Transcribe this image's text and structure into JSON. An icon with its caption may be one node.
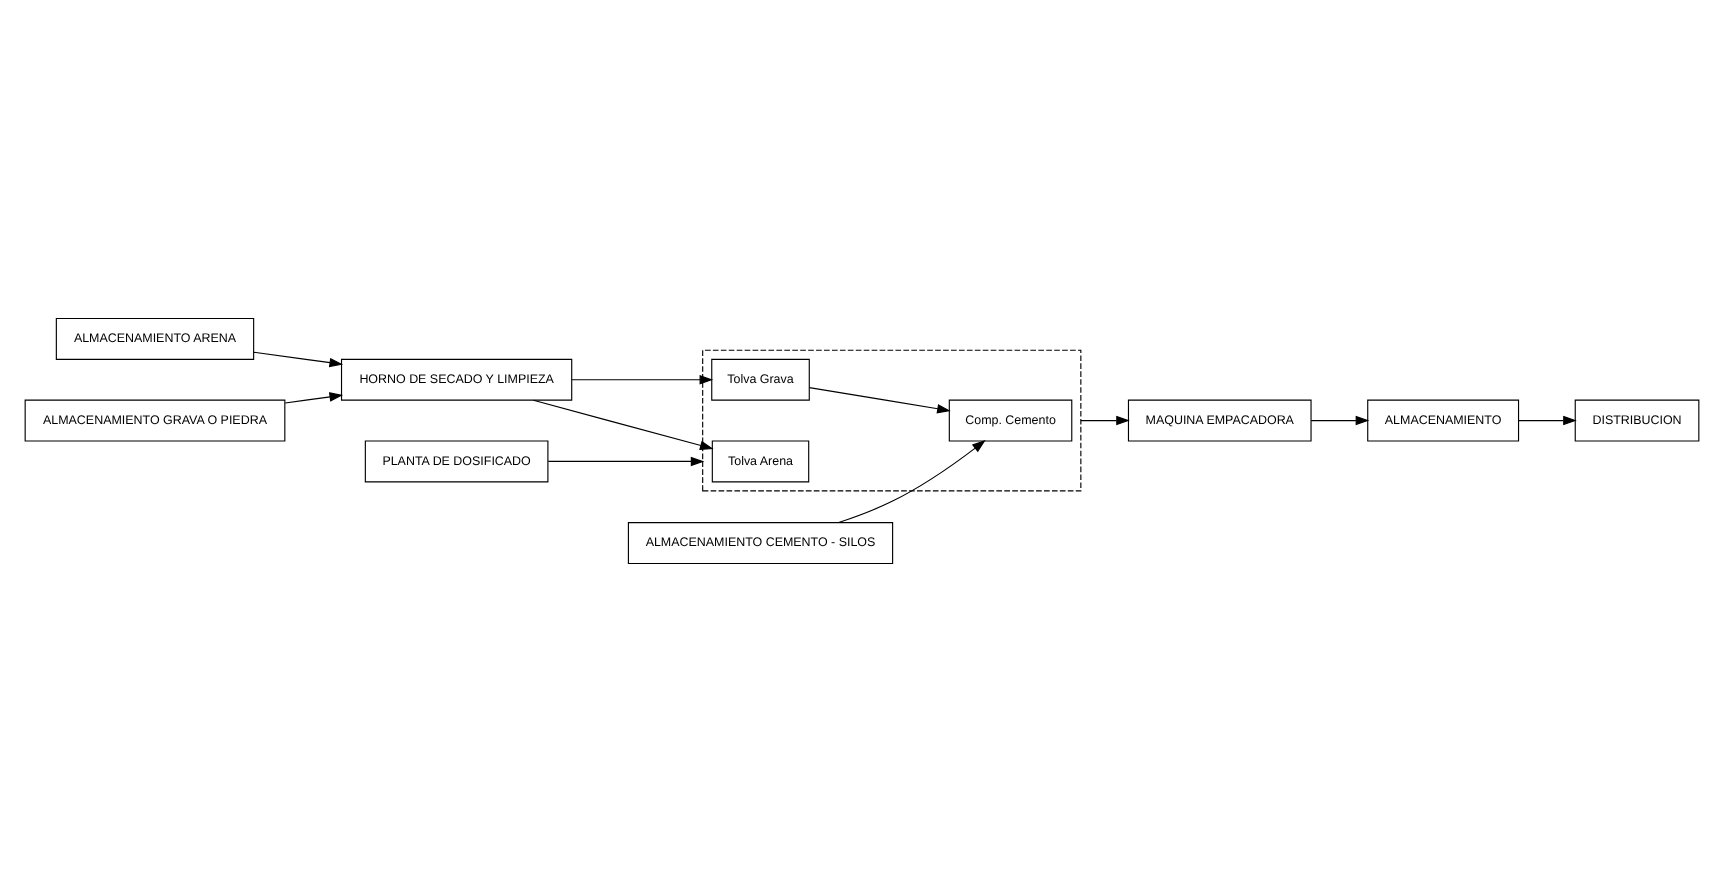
{
  "diagram": {
    "nodes": [
      {
        "text": [
          "ALMACENAMIENTO ARENA"
        ]
      },
      {
        "text": [
          "ALMACENAMIENTO GRAVA O PIEDRA"
        ]
      },
      {
        "text": [
          "HORNO DE SECADO Y LIMPIEZA"
        ]
      },
      {
        "text": [
          "PLANTA DE DOSIFICADO"
        ]
      },
      {
        "text": [],
        "shape": "box"
      },
      {
        "text": [
          "Tolva Arena"
        ],
        "in": 4
      },
      {
        "text": [
          "Tolva Grava"
        ],
        "in": 4
      },
      {
        "text": [
          "Comp. Cemento"
        ],
        "in": 4
      },
      {
        "text": [
          "ALMACENAMIENTO CEMENTO - SILOS"
        ]
      },
      {
        "text": [
          "MAQUINA EMPACADORA"
        ]
      },
      {
        "text": [
          "ALMACENAMIENTO"
        ]
      },
      {
        "text": [
          "DISTRIBUCION"
        ]
      }
    ],
    "edges": [
      {
        "from": 0,
        "to": 2,
        "arrow": "to"
      },
      {
        "from": 1,
        "to": 2,
        "arrow": "to"
      },
      {
        "from": 2,
        "to": 5,
        "arrow": "to"
      },
      {
        "from": 2,
        "to": 6,
        "arrow": "to"
      },
      {
        "from": 3,
        "to": 4,
        "arrow": "to"
      },
      {
        "from": 6,
        "to": 7,
        "arrow": "to"
      },
      {
        "from": 8,
        "to": 7,
        "arrow": "to"
      },
      {
        "from": 4,
        "to": 9,
        "arrow": "to"
      },
      {
        "from": 9,
        "to": 10,
        "arrow": "to"
      },
      {
        "from": 10,
        "to": 11,
        "arrow": "to"
      }
    ]
  }
}
